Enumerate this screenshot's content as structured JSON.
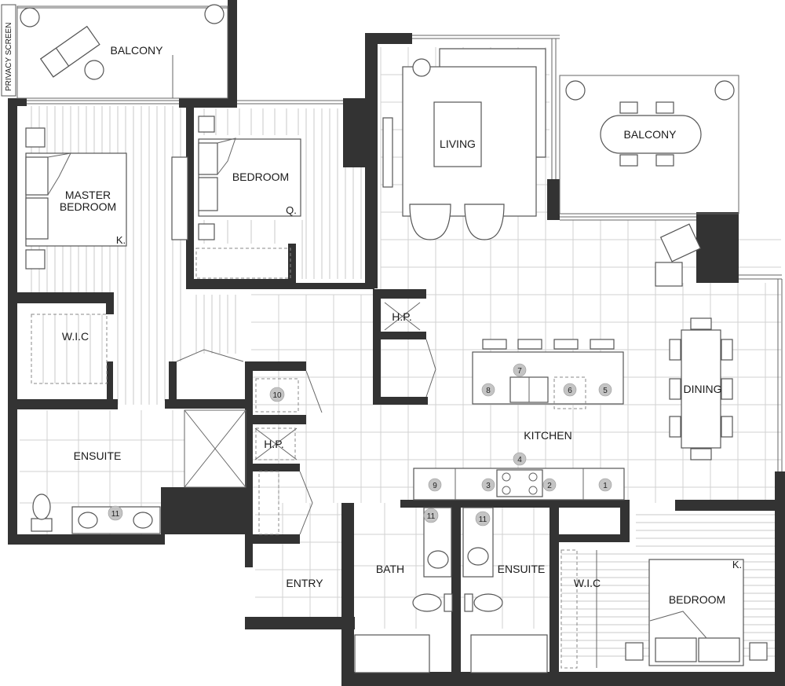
{
  "rooms": {
    "balcony_left": "BALCONY",
    "privacy_screen": "PRIVACY SCREEN",
    "master_bedroom_line1": "MASTER",
    "master_bedroom_line2": "BEDROOM",
    "master_bed_size": "K.",
    "bedroom_top": "BEDROOM",
    "bedroom_top_bed_size": "Q.",
    "living": "LIVING",
    "balcony_right": "BALCONY",
    "wic_left": "W.I.C",
    "hp_upper": "H.P.",
    "hp_lower": "H.P.",
    "ensuite_left": "ENSUITE",
    "dining": "DINING",
    "kitchen": "KITCHEN",
    "entry": "ENTRY",
    "bath": "BATH",
    "ensuite_right": "ENSUITE",
    "wic_right": "W.I.C",
    "bedroom_bottom": "BEDROOM",
    "bedroom_bottom_bed_size": "K."
  },
  "fixtures": {
    "n1": "1",
    "n2": "2",
    "n3": "3",
    "n4": "4",
    "n5": "5",
    "n6": "6",
    "n7": "7",
    "n8": "8",
    "n9": "9",
    "n10": "10",
    "n11_left": "11",
    "n11_bath": "11",
    "n11_ensuite": "11"
  },
  "colors": {
    "wall": "#333333",
    "badge": "#c4c4c4",
    "grid": "#d2d2d2"
  }
}
